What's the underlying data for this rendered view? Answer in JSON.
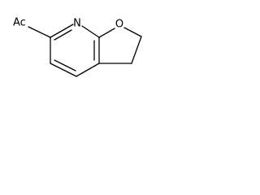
{
  "structure": {
    "labels": {
      "acetyl": "Ac",
      "ring_nitrogen": "N",
      "ring_oxygen": "O"
    }
  }
}
